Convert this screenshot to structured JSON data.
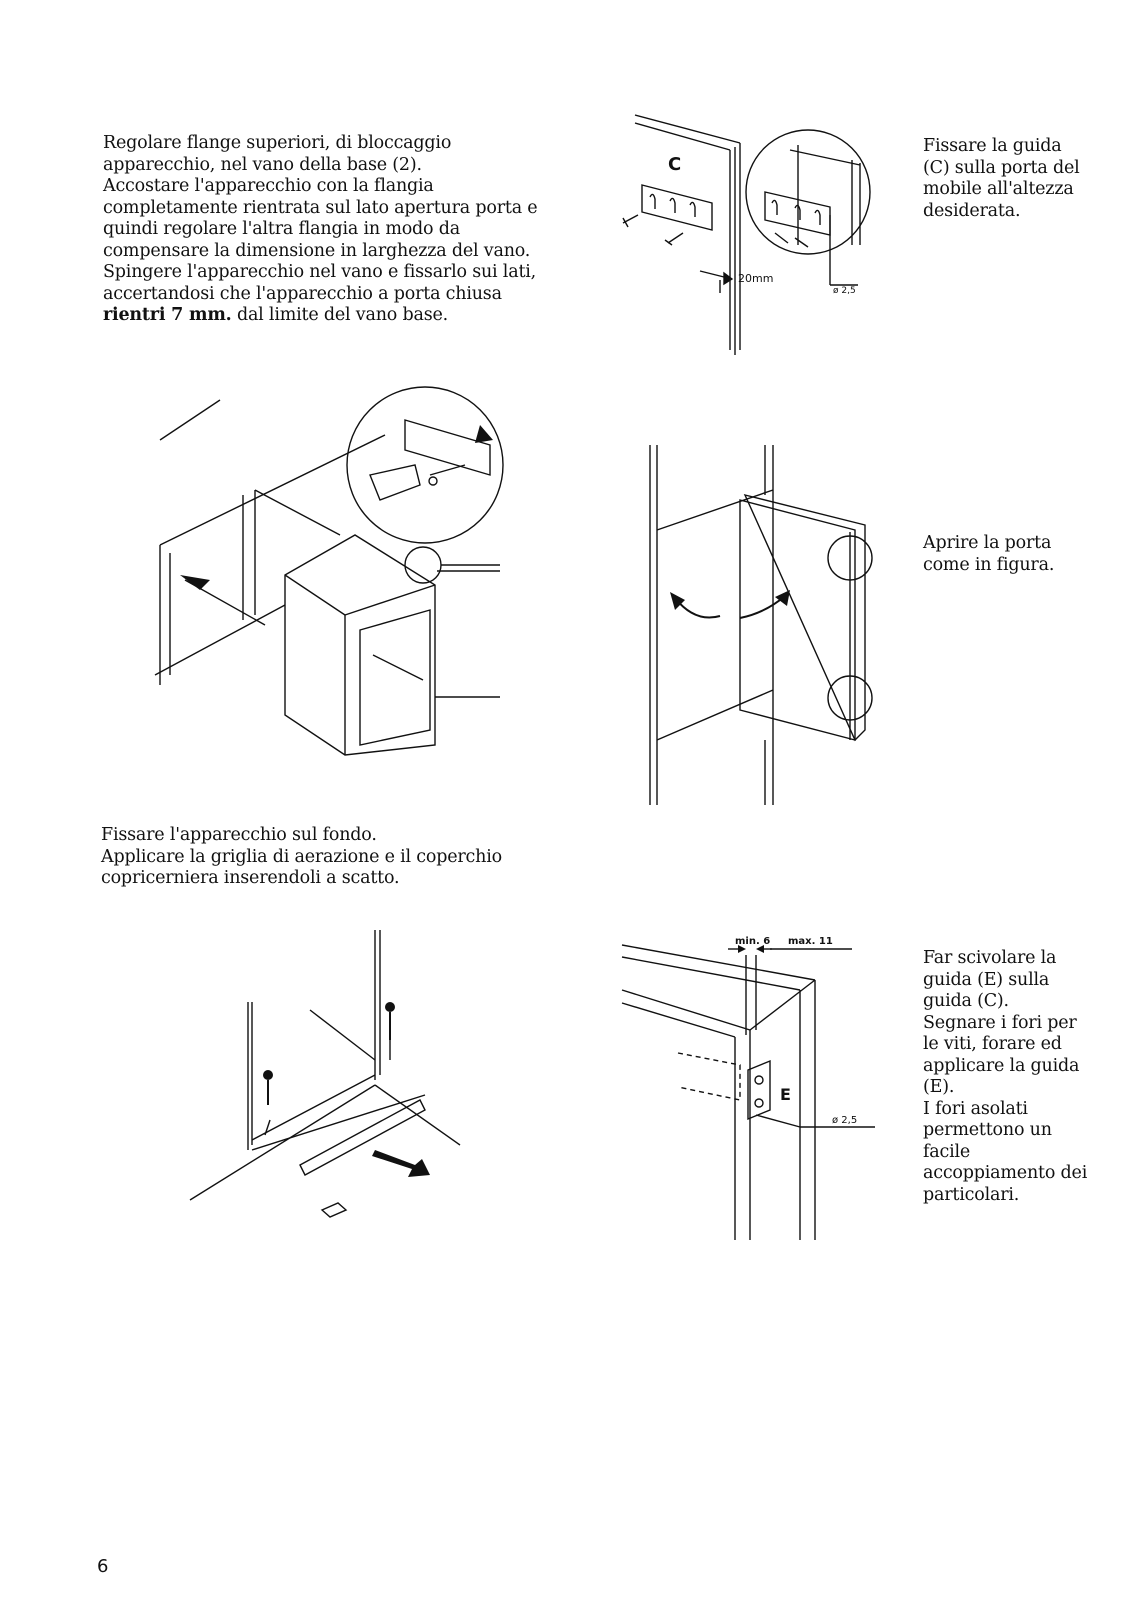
{
  "page_number": "6",
  "instructions": {
    "adjust_flanges": {
      "lines": [
        "Regolare flange superiori, di bloccaggio",
        "apparecchio, nel vano della base (2).",
        "Accostare l'apparecchio con la flangia",
        "completamente rientrata sul lato apertura porta e",
        "quindi regolare l'altra flangia in modo da",
        "compensare la dimensione in larghezza del vano.",
        "Spingere l'apparecchio nel vano e fissarlo sui lati,",
        "accertandosi che l'apparecchio a porta chiusa"
      ],
      "last_line_bold": "rientri 7 mm.",
      "last_line_rest": " dal limite del vano base."
    },
    "fix_guide_c": {
      "lines": [
        "Fissare la guida",
        "(C) sulla porta del",
        "mobile all'altezza",
        "desiderata."
      ]
    },
    "open_door": {
      "lines": [
        "Aprire la porta",
        "come in figura."
      ]
    },
    "fix_bottom": {
      "lines": [
        "Fissare l'apparecchio sul fondo.",
        "Applicare la griglia di aerazione e il coperchio",
        "copricerniera inserendoli a scatto."
      ]
    },
    "slide_guide_e": {
      "lines": [
        "Far scivolare la",
        "guida (E) sulla",
        "guida (C).",
        "Segnare i fori per",
        "le viti, forare ed",
        "applicare la guida",
        "(E).",
        "I fori asolati",
        "permettono un",
        "facile",
        "accoppiamento dei",
        "particolari."
      ]
    }
  },
  "figures": {
    "guide_c": {
      "label": "C",
      "dim_gap": "20mm",
      "dim_hole": "ø 2,5"
    },
    "guide_e": {
      "label": "E",
      "dim_min": "min. 6",
      "dim_max": "max. 11",
      "dim_hole": "ø 2,5"
    }
  }
}
